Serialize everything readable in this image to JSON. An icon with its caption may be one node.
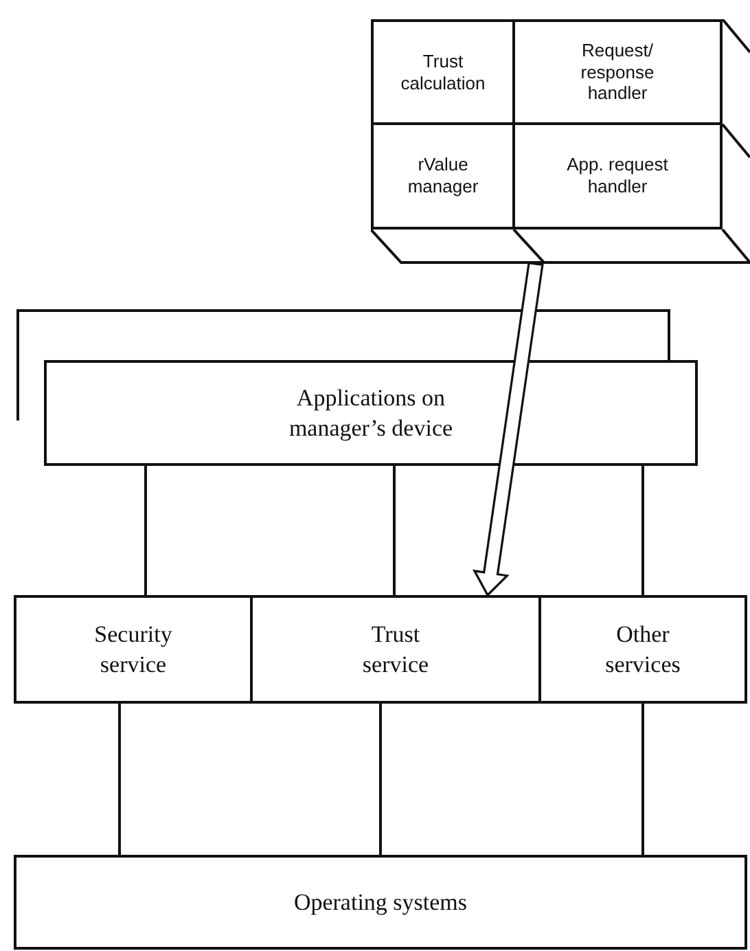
{
  "diagram": {
    "nodes": [
      {
        "text": [],
        "shape": "box"
      },
      {
        "text": [
          "Trust calculation"
        ],
        "in": 0
      },
      {
        "text": [
          "Request/ response handler"
        ],
        "in": 0
      },
      {
        "text": [
          "rValue manager"
        ],
        "in": 0
      },
      {
        "text": [
          "App. request handler"
        ],
        "in": 0
      },
      {
        "text": [],
        "shape": "box"
      },
      {
        "text": [
          "Applications on manager’s device"
        ]
      },
      {
        "text": [
          "Security service"
        ]
      },
      {
        "text": [
          "Trust service"
        ]
      },
      {
        "text": [
          "Other services"
        ]
      },
      {
        "text": [
          "Operating systems"
        ]
      }
    ],
    "edges": [
      {
        "from": 0,
        "to": 8,
        "arrow": "to",
        "style": "thick"
      },
      {
        "from": 6,
        "to": 7,
        "arrow": "none"
      },
      {
        "from": 6,
        "to": 8,
        "arrow": "none"
      },
      {
        "from": 6,
        "to": 9,
        "arrow": "none"
      },
      {
        "from": 7,
        "to": 10,
        "arrow": "none"
      },
      {
        "from": 8,
        "to": 10,
        "arrow": "none"
      },
      {
        "from": 9,
        "to": 10,
        "arrow": "none"
      }
    ]
  }
}
